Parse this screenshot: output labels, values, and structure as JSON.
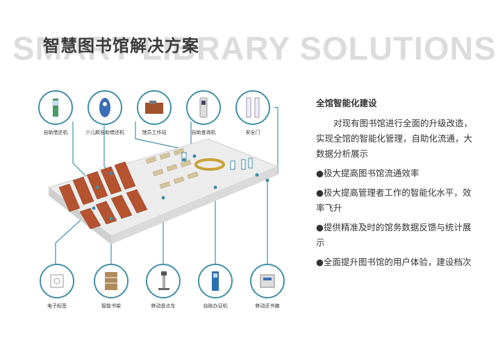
{
  "bg_text": "SMART LIBRARY SOLUTIONS",
  "title": "智慧图书馆解决方案",
  "devices_top": [
    {
      "label": "自助借还机",
      "icon": "self-checkout-kiosk-icon"
    },
    {
      "label": "少儿款自助借还机",
      "icon": "kids-checkout-kiosk-icon"
    },
    {
      "label": "馆员工作站",
      "icon": "librarian-workstation-icon"
    },
    {
      "label": "自助查询机",
      "icon": "self-query-kiosk-icon"
    },
    {
      "label": "安全门",
      "icon": "security-gate-icon"
    }
  ],
  "devices_bottom": [
    {
      "label": "电子标签",
      "icon": "rfid-tag-icon"
    },
    {
      "label": "智能书架",
      "icon": "smart-bookshelf-icon"
    },
    {
      "label": "移动盘点车",
      "icon": "inventory-cart-icon"
    },
    {
      "label": "自助办证机",
      "icon": "card-issuing-kiosk-icon"
    },
    {
      "label": "移动还书箱",
      "icon": "mobile-return-box-icon"
    }
  ],
  "panel": {
    "heading": "全馆智能化建设",
    "intro": "对现有图书馆进行全面的升级改造，实现全馆的智能化管理，自助化流通，大数据分析展示",
    "bullets": [
      "●极大提高图书馆流通效率",
      "●极大提高管理者工作的智能化水平，效率飞升",
      "●提供精准及时的馆务数据反馈与统计展示",
      "●全面提升图书馆的用户体验，建设档次"
    ]
  },
  "colors": {
    "accent": "#3f8ea8",
    "shelf": "#b5532f",
    "floor": "#e6e6e6"
  }
}
